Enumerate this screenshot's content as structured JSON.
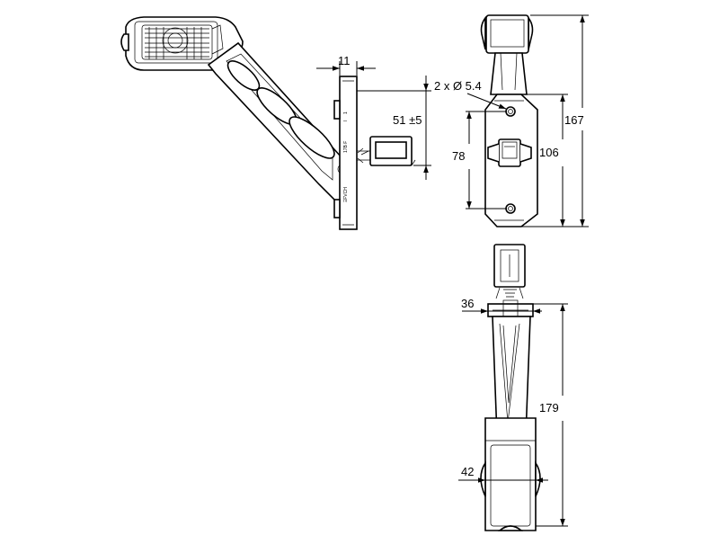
{
  "dimensions": {
    "side_width": "11",
    "side_height": "51 ±5",
    "holes": "2 x Ø 5.4",
    "hole_spacing": "78",
    "plate_height": "106",
    "overall_height": "167",
    "top_width": "36",
    "arm_length": "179",
    "lamp_width": "42"
  },
  "markings": {
    "line1": "17B F",
    "line2": "I",
    "line3": "1",
    "brand": "ΞFVCH"
  }
}
